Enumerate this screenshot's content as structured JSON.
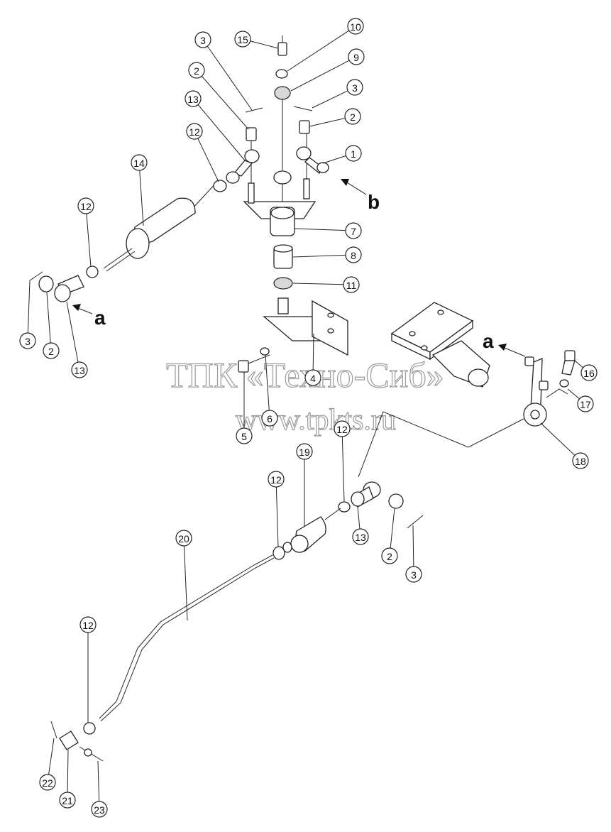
{
  "watermark": {
    "line1": "ТПК «Техно-Сиб»",
    "line2": "www.tpkts.ru"
  },
  "view_markers": {
    "a_left": "a",
    "b": "b",
    "a_right": "a"
  },
  "callouts": [
    {
      "id": "c15",
      "label": "15"
    },
    {
      "id": "c10",
      "label": "10"
    },
    {
      "id": "c9",
      "label": "9"
    },
    {
      "id": "c3a",
      "label": "3"
    },
    {
      "id": "c3b",
      "label": "3"
    },
    {
      "id": "c2a",
      "label": "2"
    },
    {
      "id": "c2b",
      "label": "2"
    },
    {
      "id": "c13a",
      "label": "13"
    },
    {
      "id": "c12a",
      "label": "12"
    },
    {
      "id": "c1",
      "label": "1"
    },
    {
      "id": "c14",
      "label": "14"
    },
    {
      "id": "c12b",
      "label": "12"
    },
    {
      "id": "c7",
      "label": "7"
    },
    {
      "id": "c8",
      "label": "8"
    },
    {
      "id": "c11",
      "label": "11"
    },
    {
      "id": "c3c",
      "label": "3"
    },
    {
      "id": "c2c",
      "label": "2"
    },
    {
      "id": "c13b",
      "label": "13"
    },
    {
      "id": "c4",
      "label": "4"
    },
    {
      "id": "c5",
      "label": "5"
    },
    {
      "id": "c6",
      "label": "6"
    },
    {
      "id": "c16",
      "label": "16"
    },
    {
      "id": "c17",
      "label": "17"
    },
    {
      "id": "c18",
      "label": "18"
    },
    {
      "id": "c12c",
      "label": "12"
    },
    {
      "id": "c19",
      "label": "19"
    },
    {
      "id": "c12d",
      "label": "12"
    },
    {
      "id": "c13c",
      "label": "13"
    },
    {
      "id": "c2d",
      "label": "2"
    },
    {
      "id": "c3d",
      "label": "3"
    },
    {
      "id": "c20",
      "label": "20"
    },
    {
      "id": "c12e",
      "label": "12"
    },
    {
      "id": "c22",
      "label": "22"
    },
    {
      "id": "c21",
      "label": "21"
    },
    {
      "id": "c23",
      "label": "23"
    }
  ]
}
